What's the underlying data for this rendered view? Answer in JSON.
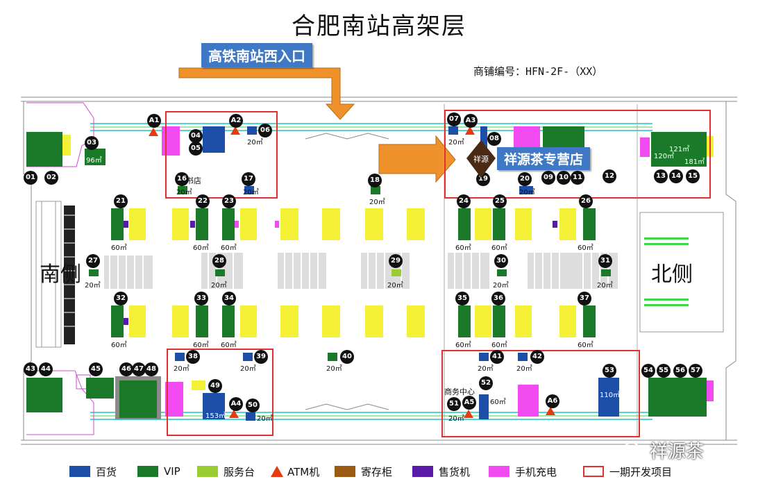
{
  "title": "合肥南站高架层",
  "shop_code_note": "商铺编号：HFN-2F-（XX）",
  "banners": {
    "west_entrance": "高铁南站西入口",
    "store": "祥源茶专营店"
  },
  "sides": {
    "south": "南侧",
    "north": "北侧"
  },
  "labels": {
    "bookstore": "书店",
    "business_center": "商务中心"
  },
  "atm_labels": [
    "A1",
    "A2",
    "A3",
    "A4",
    "A5",
    "A6"
  ],
  "shops": [
    {
      "no": "01"
    },
    {
      "no": "02"
    },
    {
      "no": "03",
      "area": "96㎡"
    },
    {
      "no": "04"
    },
    {
      "no": "05"
    },
    {
      "no": "06",
      "area": "20㎡"
    },
    {
      "no": "07",
      "area": "20㎡"
    },
    {
      "no": "08"
    },
    {
      "no": "09"
    },
    {
      "no": "10"
    },
    {
      "no": "11"
    },
    {
      "no": "12"
    },
    {
      "no": "13",
      "area": "120㎡"
    },
    {
      "no": "14",
      "area": "121㎡"
    },
    {
      "no": "15",
      "area": "181㎡"
    },
    {
      "no": "16",
      "area": "20㎡"
    },
    {
      "no": "17",
      "area": "20㎡"
    },
    {
      "no": "18",
      "area": "20㎡"
    },
    {
      "no": "19"
    },
    {
      "no": "20",
      "area": "20㎡"
    },
    {
      "no": "21",
      "area": "60㎡"
    },
    {
      "no": "22",
      "area": "60㎡"
    },
    {
      "no": "23",
      "area": "60㎡"
    },
    {
      "no": "24",
      "area": "60㎡"
    },
    {
      "no": "25",
      "area": "60㎡"
    },
    {
      "no": "26",
      "area": "60㎡"
    },
    {
      "no": "27",
      "area": "20㎡"
    },
    {
      "no": "28",
      "area": "20㎡"
    },
    {
      "no": "29",
      "area": "20㎡"
    },
    {
      "no": "30",
      "area": "20㎡"
    },
    {
      "no": "31",
      "area": "20㎡"
    },
    {
      "no": "32",
      "area": "60㎡"
    },
    {
      "no": "33",
      "area": "60㎡"
    },
    {
      "no": "34",
      "area": "60㎡"
    },
    {
      "no": "35",
      "area": "60㎡"
    },
    {
      "no": "36",
      "area": "60㎡"
    },
    {
      "no": "37",
      "area": "60㎡"
    },
    {
      "no": "38",
      "area": "20㎡"
    },
    {
      "no": "39",
      "area": "20㎡"
    },
    {
      "no": "40",
      "area": "20㎡"
    },
    {
      "no": "41",
      "area": "20㎡"
    },
    {
      "no": "42",
      "area": "20㎡"
    },
    {
      "no": "43"
    },
    {
      "no": "44"
    },
    {
      "no": "45"
    },
    {
      "no": "46"
    },
    {
      "no": "47"
    },
    {
      "no": "48"
    },
    {
      "no": "49",
      "area": "153㎡"
    },
    {
      "no": "50",
      "area": "20㎡"
    },
    {
      "no": "51",
      "area": "20㎡"
    },
    {
      "no": "52",
      "area": "60㎡"
    },
    {
      "no": "53",
      "area": "110㎡"
    },
    {
      "no": "54"
    },
    {
      "no": "55"
    },
    {
      "no": "56"
    },
    {
      "no": "57"
    }
  ],
  "legend": [
    {
      "label": "百货",
      "color": "#1d4fa8",
      "kind": "swatch"
    },
    {
      "label": "VIP",
      "color": "#1b7a2a",
      "kind": "swatch"
    },
    {
      "label": "服务台",
      "color": "#9acd32",
      "kind": "swatch"
    },
    {
      "label": "ATM机",
      "color": "#e83a0c",
      "kind": "triangle"
    },
    {
      "label": "寄存柜",
      "color": "#9b5a12",
      "kind": "swatch"
    },
    {
      "label": "售货机",
      "color": "#5a1aa8",
      "kind": "swatch"
    },
    {
      "label": "手机充电",
      "color": "#f04af0",
      "kind": "swatch"
    },
    {
      "label": "一期开发项目",
      "color": "#e0302f",
      "kind": "outline"
    }
  ],
  "logo_text": "祥源",
  "watermark": "祥源茶"
}
